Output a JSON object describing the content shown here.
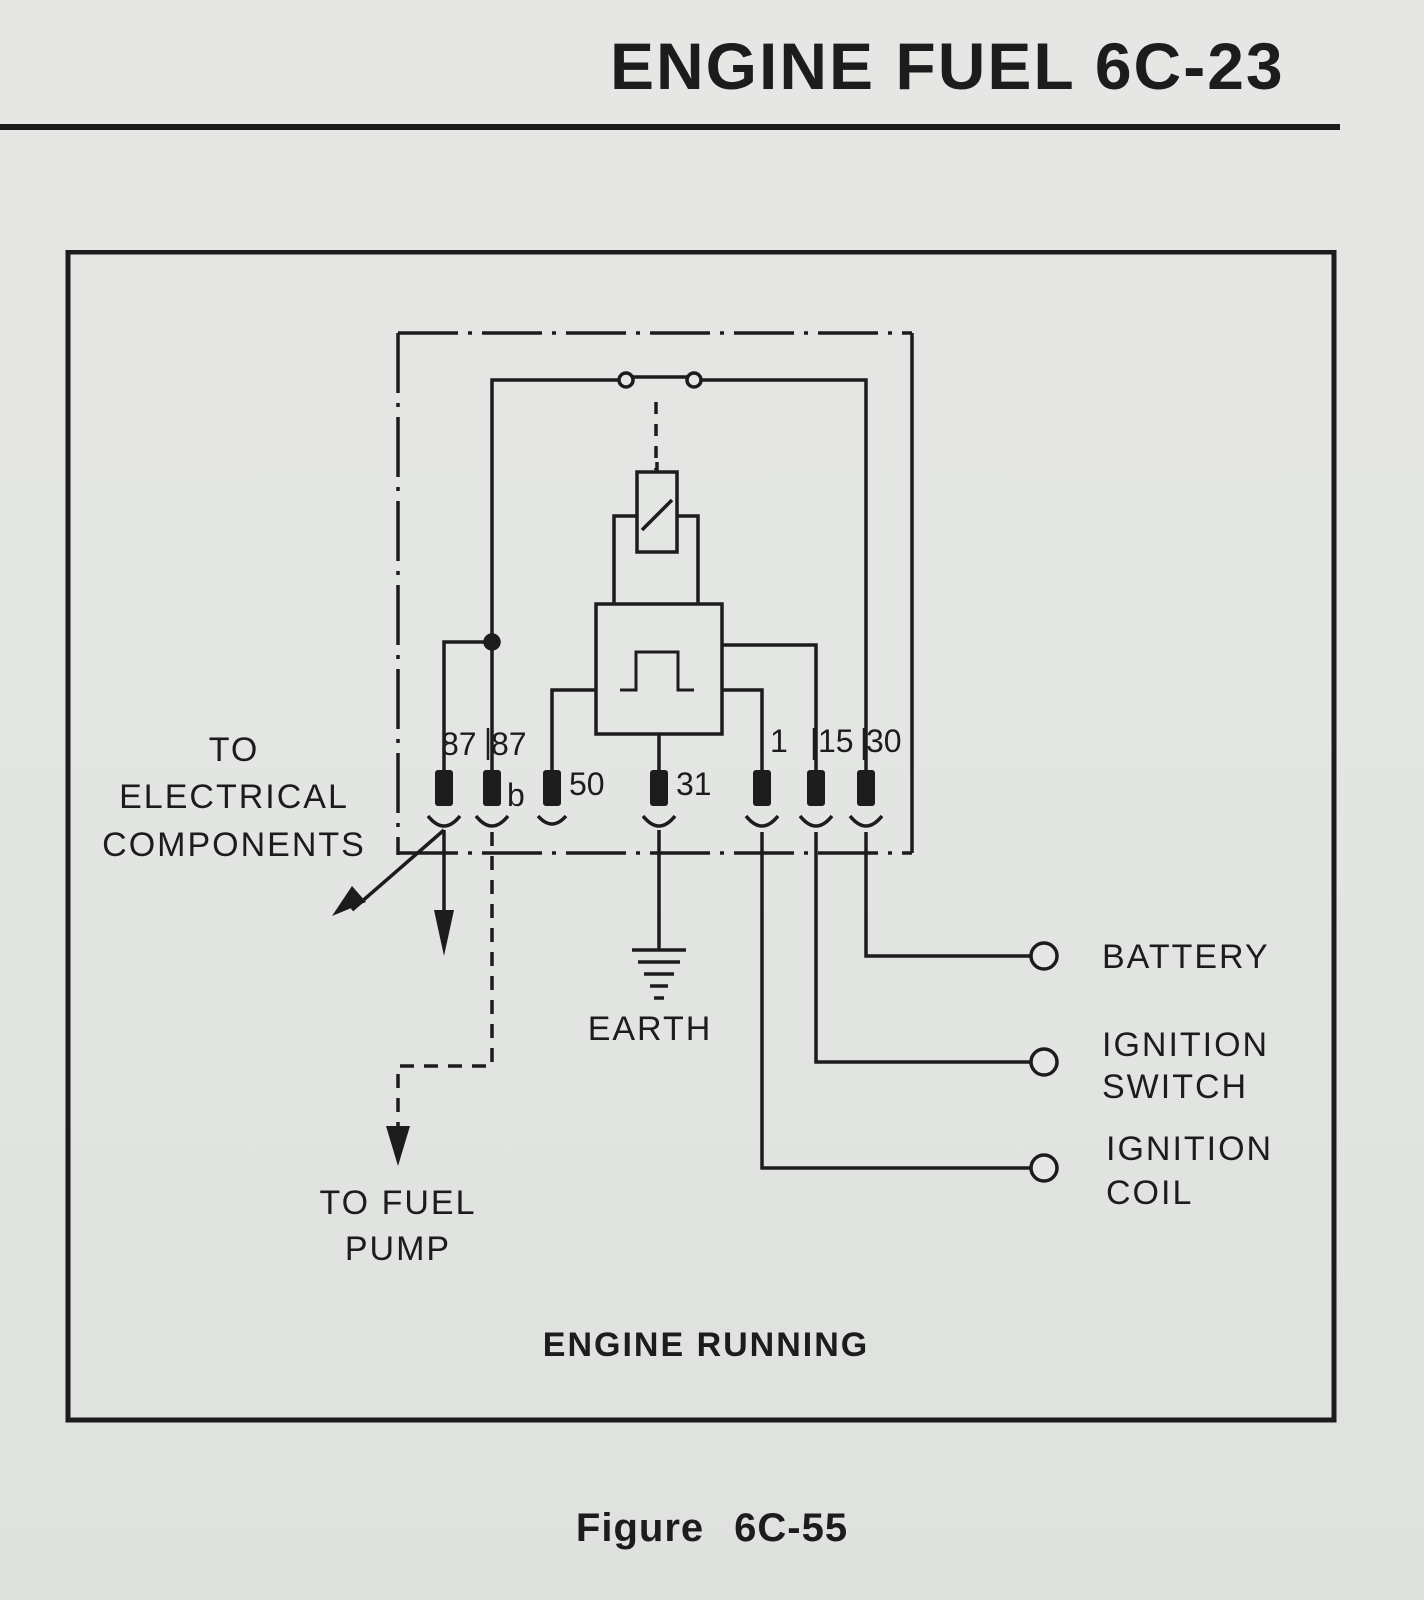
{
  "header": {
    "title": "ENGINE FUEL 6C-23"
  },
  "diagram": {
    "terminals": {
      "t87": "87",
      "t87b_num": "87",
      "t87b_letter": "b",
      "t50": "50",
      "t31": "31",
      "t1": "1",
      "t15": "15",
      "t30": "30"
    },
    "labels": {
      "electrical_line1": "TO",
      "electrical_line2": "ELECTRICAL",
      "electrical_line3": "COMPONENTS",
      "fuel_pump_line1": "TO FUEL",
      "fuel_pump_line2": "PUMP",
      "earth": "EARTH",
      "battery": "BATTERY",
      "ignition_switch_line1": "IGNITION",
      "ignition_switch_line2": "SWITCH",
      "ignition_coil_line1": "IGNITION",
      "ignition_coil_line2": "COIL"
    },
    "state_caption": "ENGINE RUNNING"
  },
  "caption": {
    "figure_word": "Figure",
    "figure_number": "6C-55"
  }
}
